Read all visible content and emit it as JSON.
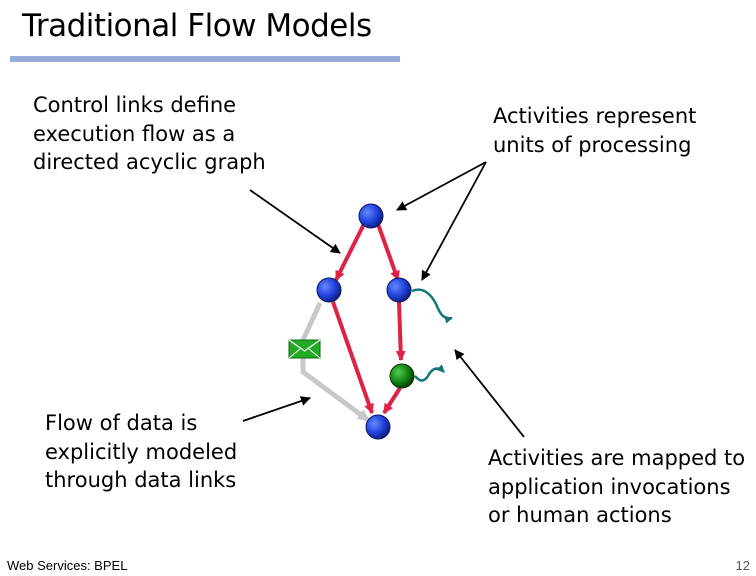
{
  "title": "Traditional Flow Models",
  "callouts": {
    "control_links": [
      "Control links define",
      "execution flow as a",
      "directed acyclic graph"
    ],
    "activities": [
      "Activities represent",
      "units of processing"
    ],
    "data_flow": [
      "Flow of data is",
      "explicitly modeled",
      "through data links"
    ],
    "mapped": [
      "Activities are mapped to",
      "application invocations",
      "or human actions"
    ]
  },
  "footer": {
    "label": "Web Services: BPEL",
    "page_number": "12"
  },
  "colors": {
    "title_rule": "#99aadd",
    "control_link": "#dd2244",
    "data_link": "#c8c8c8",
    "activity_node": "#2244dd",
    "external_node": "#118811",
    "invocation": "#117777",
    "message_icon": "#22aa22"
  }
}
